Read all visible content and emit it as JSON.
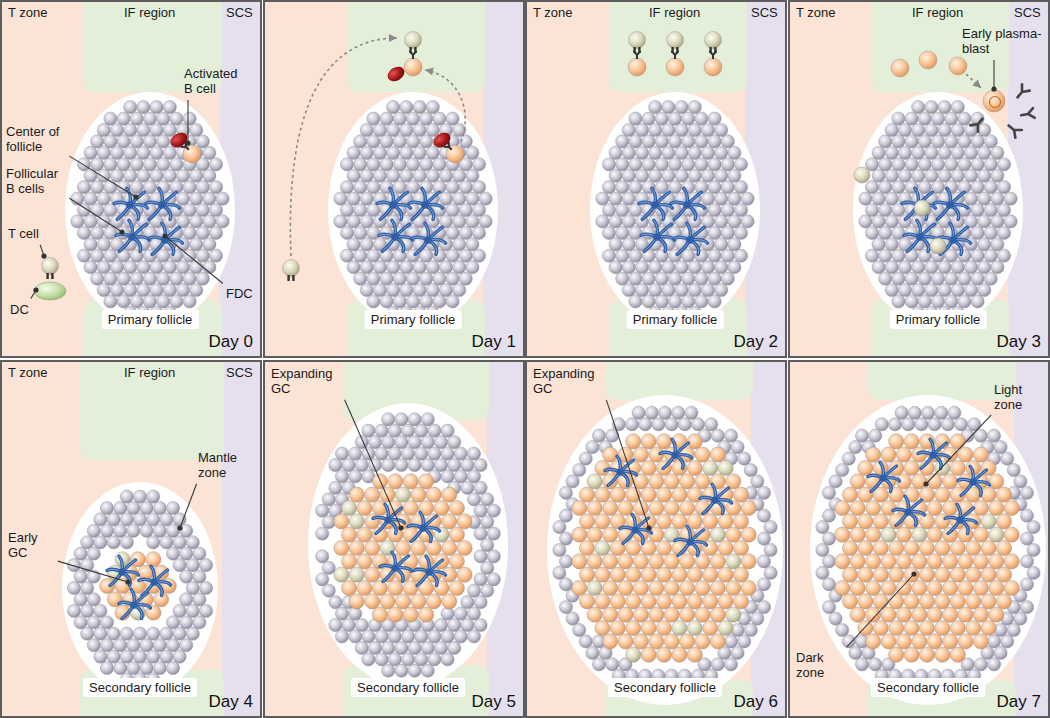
{
  "diagram": {
    "nodes": [
      {
        "text": [
          "Day 0"
        ]
      },
      {
        "text": [
          "Primary follicle"
        ],
        "in": 0
      },
      {
        "text": [
          "Day 1"
        ]
      },
      {
        "text": [
          "Primary follicle"
        ],
        "in": 2
      },
      {
        "text": [
          "Day 2"
        ]
      },
      {
        "text": [
          "Primary follicle"
        ],
        "in": 4
      },
      {
        "text": [
          "Day 3"
        ]
      },
      {
        "text": [
          "Primary follicle"
        ],
        "in": 6
      },
      {
        "text": [
          "Day 4"
        ]
      },
      {
        "text": [
          "Secondary follicle"
        ],
        "in": 8
      },
      {
        "text": [
          "Day 5"
        ]
      },
      {
        "text": [
          "Secondary follicle"
        ],
        "in": 10
      },
      {
        "text": [
          "Day 6"
        ]
      },
      {
        "text": [
          "Secondary follicle"
        ],
        "in": 12
      },
      {
        "text": [
          "Day 7"
        ]
      },
      {
        "text": [
          "Secondary follicle"
        ],
        "in": 14
      }
    ],
    "labels": [
      "T zone",
      "IF region",
      "SCS",
      "Activated B cell",
      "Center of follicle",
      "Follicular B cells",
      "T cell",
      "DC",
      "FDC",
      "T zone",
      "IF region",
      "SCS",
      "T zone",
      "IF region",
      "SCS",
      "Early plasma-blast",
      "T zone",
      "IF region",
      "SCS",
      "Mantle zone",
      "Early GC",
      "Expanding GC",
      "Expanding GC",
      "Light zone",
      "Dark zone"
    ]
  }
}
